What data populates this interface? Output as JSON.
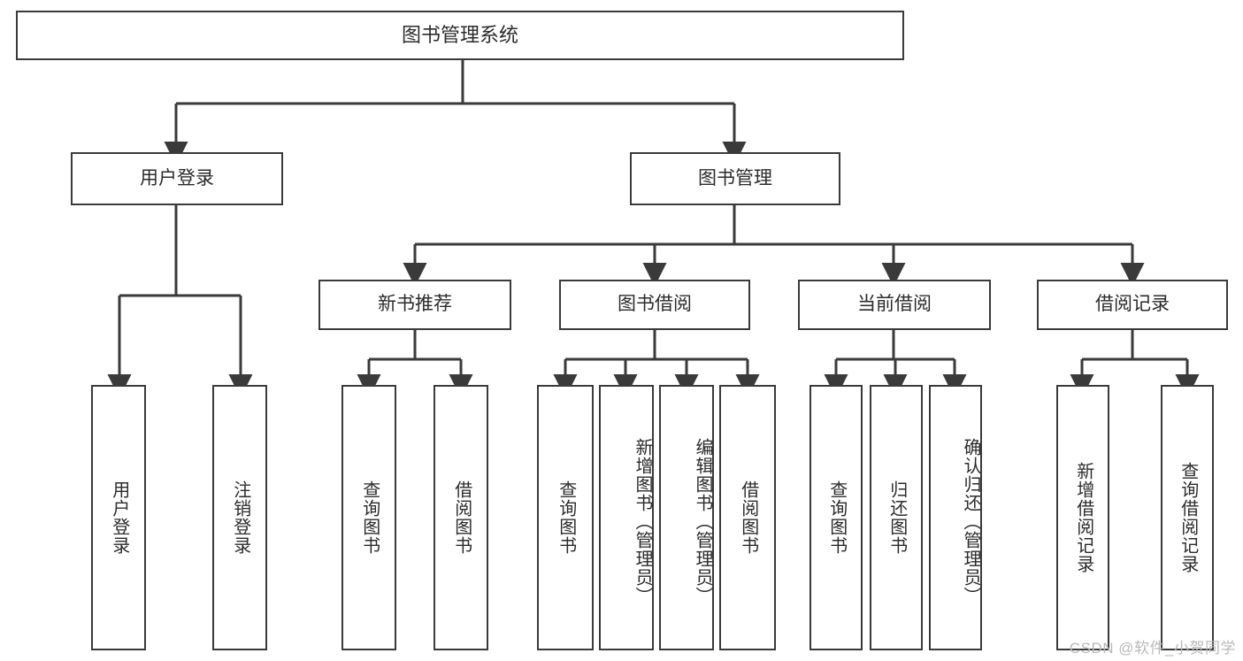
{
  "diagram": {
    "title": "图书管理系统",
    "watermark": "CSDN @软件_小贺同学",
    "line_color": "#3a3a3a",
    "text_color": "#2b2b2b",
    "background": "#ffffff",
    "levels": {
      "root": "图书管理系统",
      "level2": [
        "用户登录",
        "图书管理"
      ],
      "level3": [
        "新书推荐",
        "图书借阅",
        "当前借阅",
        "借阅记录"
      ]
    },
    "nodes": {
      "root": "图书管理系统",
      "user_login": "用户登录",
      "book_manage": "图书管理",
      "new_book_rec": "新书推荐",
      "book_borrow": "图书借阅",
      "current_borrow": "当前借阅",
      "borrow_record": "借阅记录",
      "leaf_user_login": "用户登录",
      "leaf_logout": "注销登录",
      "leaf_query_book_1": "查询图书",
      "leaf_borrow_book_1": "借阅图书",
      "leaf_query_book_2": "查询图书",
      "leaf_add_book_admin": "新增图书（管理员）",
      "leaf_edit_book_admin": "编辑图书（管理员）",
      "leaf_borrow_book_2": "借阅图书",
      "leaf_query_book_3": "查询图书",
      "leaf_return_book": "归还图书",
      "leaf_confirm_return_admin": "确认归还（管理员）",
      "leaf_add_borrow_record": "新增借阅记录",
      "leaf_query_borrow_record": "查询借阅记录"
    }
  }
}
